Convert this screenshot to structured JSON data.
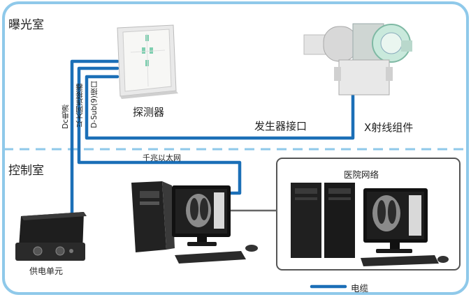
{
  "rooms": {
    "exposure": "曝光室",
    "control": "控制室"
  },
  "components": {
    "detector": "探测器",
    "generator_interface": "发生器接口",
    "xray_assembly": "X射线组件",
    "power_unit": "供电单元",
    "hospital_network": "医院网络"
  },
  "cables": {
    "dc_power": "Dc电源",
    "ethernet_connector": "以太网连接器",
    "dsub9": "D-Sub(9)接口",
    "gigabit_ethernet": "千兆以太网"
  },
  "legend": {
    "cable": "电缆"
  },
  "colors": {
    "border": "#8fc9ea",
    "cable": "#1b6fb7",
    "divider": "#8fc9ea"
  }
}
